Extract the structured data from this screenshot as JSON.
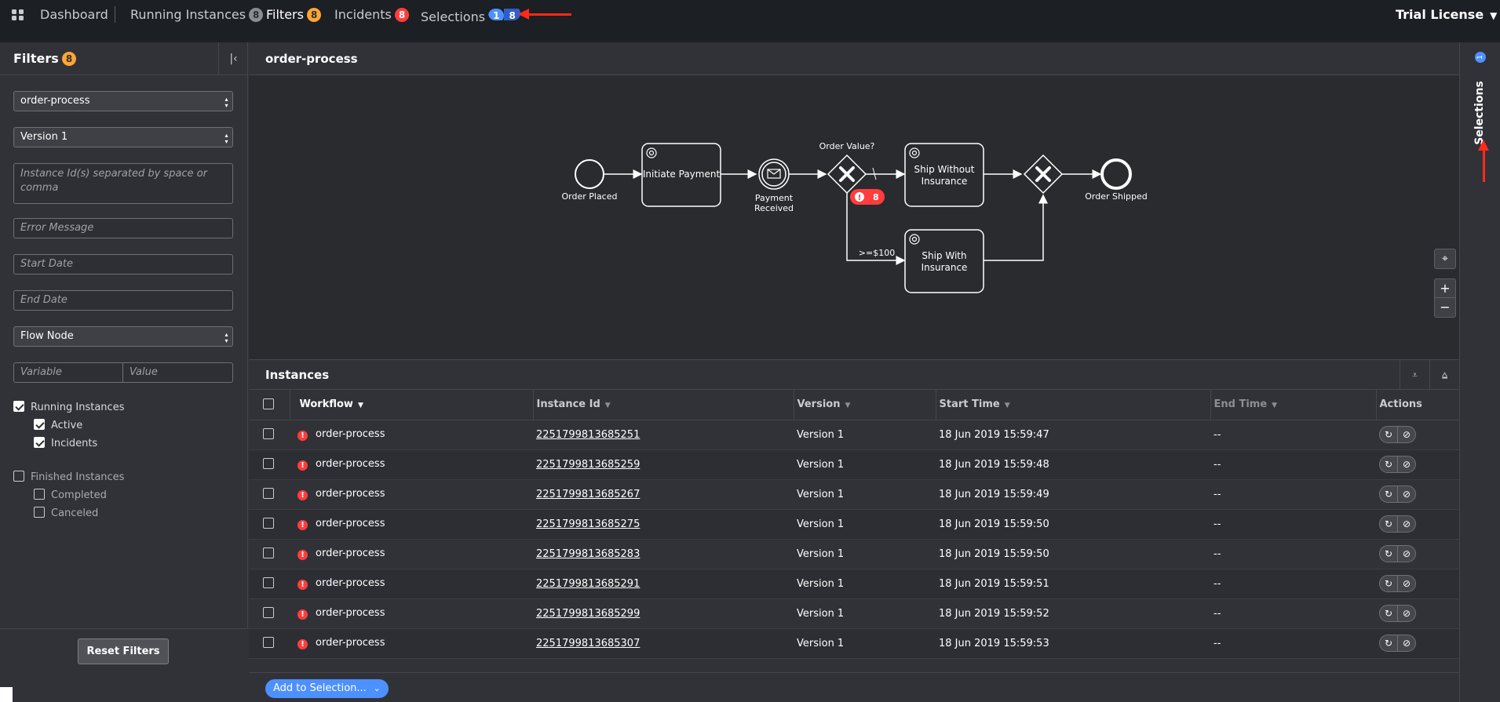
{
  "header": {
    "nav": {
      "dashboard": "Dashboard",
      "running": "Running Instances",
      "running_count": "8",
      "filters": "Filters",
      "filters_count": "8",
      "incidents": "Incidents",
      "incidents_count": "8",
      "selections": "Selections",
      "selections_count_a": "1",
      "selections_count_b": "8"
    },
    "license": "Trial License"
  },
  "filters": {
    "title": "Filters",
    "count": "8",
    "workflow_select": "order-process",
    "version_select": "Version 1",
    "instance_ids_placeholder": "Instance Id(s) separated by space or comma",
    "error_message_placeholder": "Error Message",
    "start_date_placeholder": "Start Date",
    "end_date_placeholder": "End Date",
    "flow_node_select": "Flow Node",
    "variable_placeholder": "Variable",
    "value_placeholder": "Value",
    "running_instances": "Running Instances",
    "active": "Active",
    "incidents": "Incidents",
    "finished_instances": "Finished Instances",
    "completed": "Completed",
    "canceled": "Canceled",
    "reset": "Reset Filters"
  },
  "diagram": {
    "title": "order-process",
    "nodes": {
      "order_placed": "Order Placed",
      "initiate_payment": "Initiate Payment",
      "payment_received_1": "Payment",
      "payment_received_2": "Received",
      "order_value": "Order Value?",
      "ship_without_1": "Ship Without",
      "ship_without_2": "Insurance",
      "ship_with_1": "Ship With",
      "ship_with_2": "Insurance",
      "order_shipped": "Order Shipped",
      "condition": ">=$100",
      "incident_badge": "8"
    }
  },
  "instances": {
    "title": "Instances",
    "columns": {
      "workflow": "Workflow",
      "instance_id": "Instance Id",
      "version": "Version",
      "start_time": "Start Time",
      "end_time": "End Time",
      "actions": "Actions"
    },
    "rows": [
      {
        "workflow": "order-process",
        "id": "2251799813685251",
        "version": "Version 1",
        "start": "18 Jun 2019 15:59:47",
        "end": "--"
      },
      {
        "workflow": "order-process",
        "id": "2251799813685259",
        "version": "Version 1",
        "start": "18 Jun 2019 15:59:48",
        "end": "--"
      },
      {
        "workflow": "order-process",
        "id": "2251799813685267",
        "version": "Version 1",
        "start": "18 Jun 2019 15:59:49",
        "end": "--"
      },
      {
        "workflow": "order-process",
        "id": "2251799813685275",
        "version": "Version 1",
        "start": "18 Jun 2019 15:59:50",
        "end": "--"
      },
      {
        "workflow": "order-process",
        "id": "2251799813685283",
        "version": "Version 1",
        "start": "18 Jun 2019 15:59:50",
        "end": "--"
      },
      {
        "workflow": "order-process",
        "id": "2251799813685291",
        "version": "Version 1",
        "start": "18 Jun 2019 15:59:51",
        "end": "--"
      },
      {
        "workflow": "order-process",
        "id": "2251799813685299",
        "version": "Version 1",
        "start": "18 Jun 2019 15:59:52",
        "end": "--"
      },
      {
        "workflow": "order-process",
        "id": "2251799813685307",
        "version": "Version 1",
        "start": "18 Jun 2019 15:59:53",
        "end": "--"
      }
    ],
    "add_to_selection": "Add to Selection..."
  },
  "selections_panel": {
    "label": "Selections",
    "count": "1"
  },
  "icons": {
    "logo": "logo-icon",
    "error": "error-icon",
    "retry": "retry-icon",
    "cancel": "cancel-icon",
    "collapse": "collapse-left-icon",
    "reset_zoom": "crosshair-icon",
    "zoom_in": "plus-icon",
    "zoom_out": "minus-icon"
  },
  "colors": {
    "accent_blue": "#4d90ff",
    "incident_red": "#ff3d3d",
    "filter_orange": "#ffa533",
    "header_bg": "#1c1f23",
    "annotation_red": "#ff2a1a"
  }
}
